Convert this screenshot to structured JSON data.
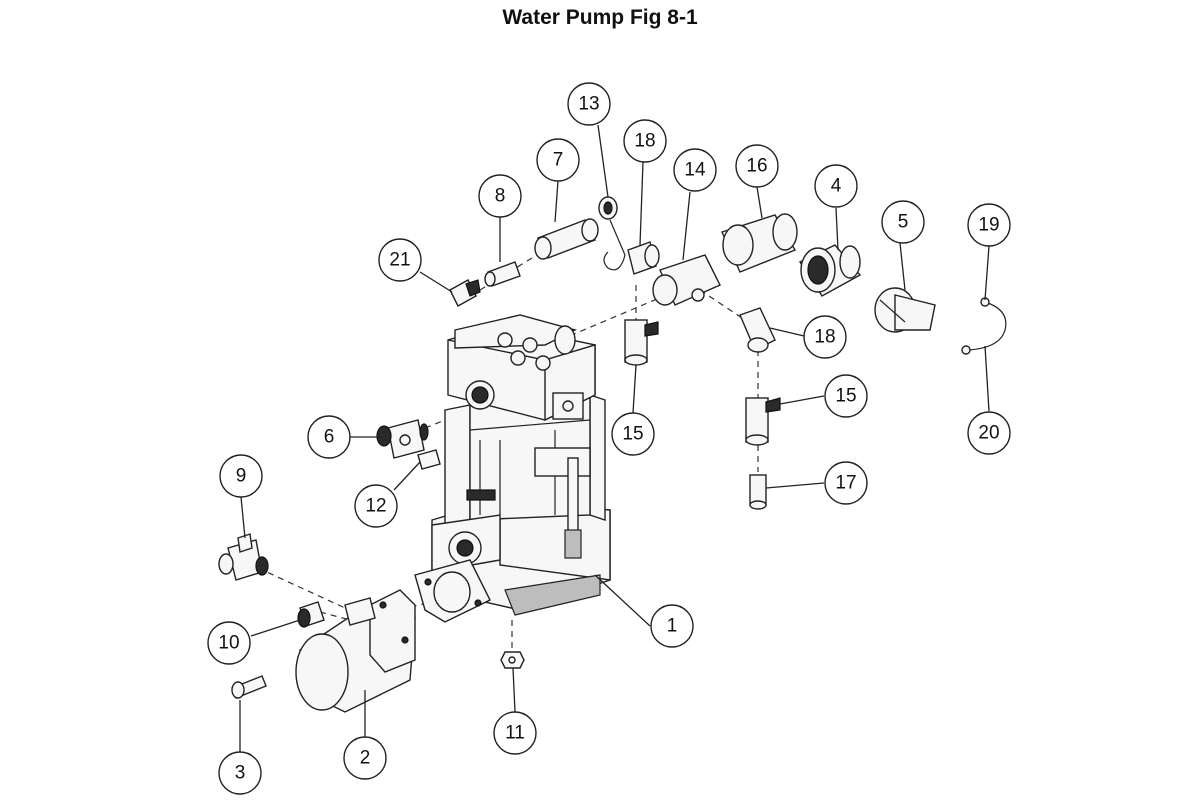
{
  "title": "Water Pump Fig 8-1",
  "callouts": [
    {
      "num": "1"
    },
    {
      "num": "2"
    },
    {
      "num": "3"
    },
    {
      "num": "4"
    },
    {
      "num": "5"
    },
    {
      "num": "6"
    },
    {
      "num": "7"
    },
    {
      "num": "8"
    },
    {
      "num": "9"
    },
    {
      "num": "10"
    },
    {
      "num": "11"
    },
    {
      "num": "12"
    },
    {
      "num": "13"
    },
    {
      "num": "14"
    },
    {
      "num": "15"
    },
    {
      "num": "15"
    },
    {
      "num": "16"
    },
    {
      "num": "17"
    },
    {
      "num": "18"
    },
    {
      "num": "18"
    },
    {
      "num": "19"
    },
    {
      "num": "20"
    },
    {
      "num": "21"
    }
  ]
}
